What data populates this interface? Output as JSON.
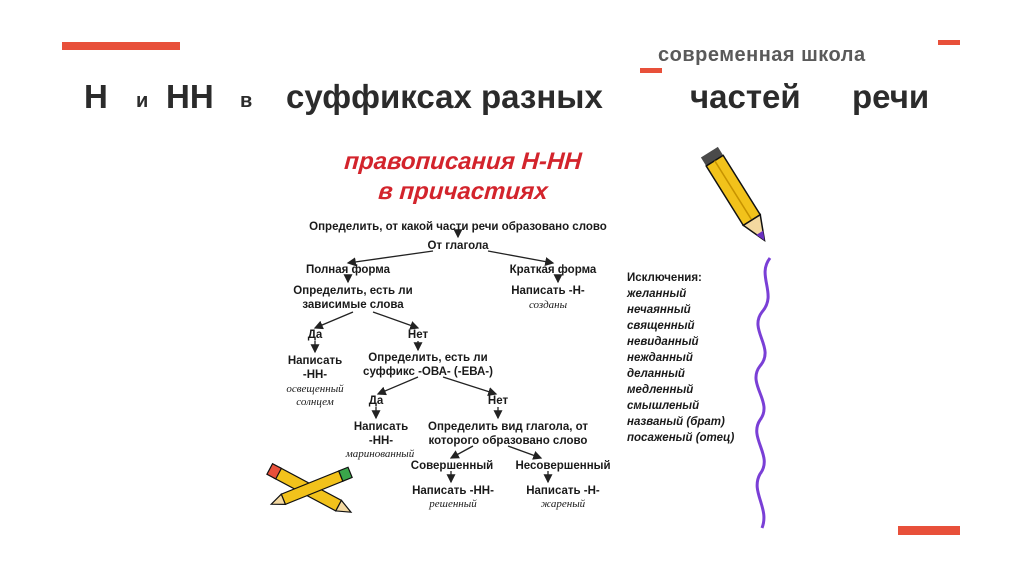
{
  "header": {
    "school": "современная школа",
    "title_parts": [
      "Н",
      "и",
      "НН",
      "в",
      "суффиксах разных",
      "частей",
      "речи"
    ]
  },
  "diagram": {
    "title_line1": "правописания Н-НН",
    "title_line2": "в причастиях",
    "step_define_part": "Определить, от какой части речи образовано слово",
    "from_verb": "От глагола",
    "full_form": "Полная форма",
    "short_form": "Краткая форма",
    "write_n_short": "Написать -Н-",
    "example_short": "созданы",
    "check_dependents_1": "Определить, есть ли",
    "check_dependents_2": "зависимые слова",
    "yes_1": "Да",
    "no_1": "Нет",
    "write_nn_1_a": "Написать",
    "write_nn_1_b": "-НН-",
    "example_nn_1_a": "освещенный",
    "example_nn_1_b": "солнцем",
    "check_suffix_1": "Определить, есть ли",
    "check_suffix_2": "суффикс -ОВА- (-ЕВА-)",
    "yes_2": "Да",
    "no_2": "Нет",
    "write_nn_2_a": "Написать",
    "write_nn_2_b": "-НН-",
    "example_nn_2": "маринованный",
    "check_aspect_1": "Определить вид глагола, от",
    "check_aspect_2": "которого образовано слово",
    "perfective": "Совершенный",
    "imperfective": "Несовершенный",
    "write_nn_3": "Написать -НН-",
    "example_nn_3": "решенный",
    "write_n_3": "Написать -Н-",
    "example_n_3": "жареный",
    "exceptions_title": "Исключения:",
    "exceptions": [
      "желанный",
      "нечаянный",
      "священный",
      "невиданный",
      "нежданный",
      "деланный",
      "медленный",
      "смышленый",
      "названый (брат)",
      "посаженый (отец)"
    ]
  },
  "colors": {
    "accent": "#e8503a",
    "diagram_title": "#d3242c",
    "squiggle": "#7a3fd6",
    "pencil_body": "#f2c21b"
  },
  "icons": [
    "pencil-icon",
    "crossed-pencils-icon",
    "purple-squiggle-line"
  ]
}
